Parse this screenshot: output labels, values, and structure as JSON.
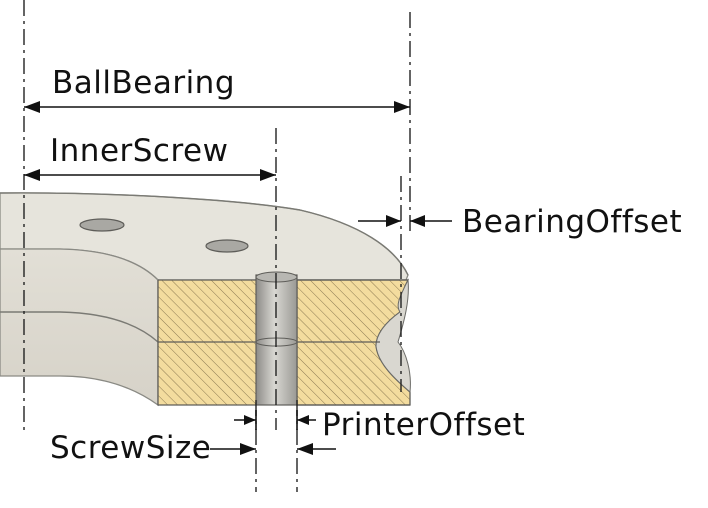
{
  "diagram": {
    "labels": {
      "ball_bearing": "BallBearing",
      "inner_screw": "InnerScrew",
      "bearing_offset": "BearingOffset",
      "printer_offset": "PrinterOffset",
      "screw_size": "ScrewSize"
    },
    "colors": {
      "ring_top": "#e4e2da",
      "ring_side": "#ddd9d0",
      "section_fill": "#f3dc9e",
      "hatch": "#8c7a52",
      "hole": "#a9a8a3",
      "dimension": "#111111"
    }
  }
}
